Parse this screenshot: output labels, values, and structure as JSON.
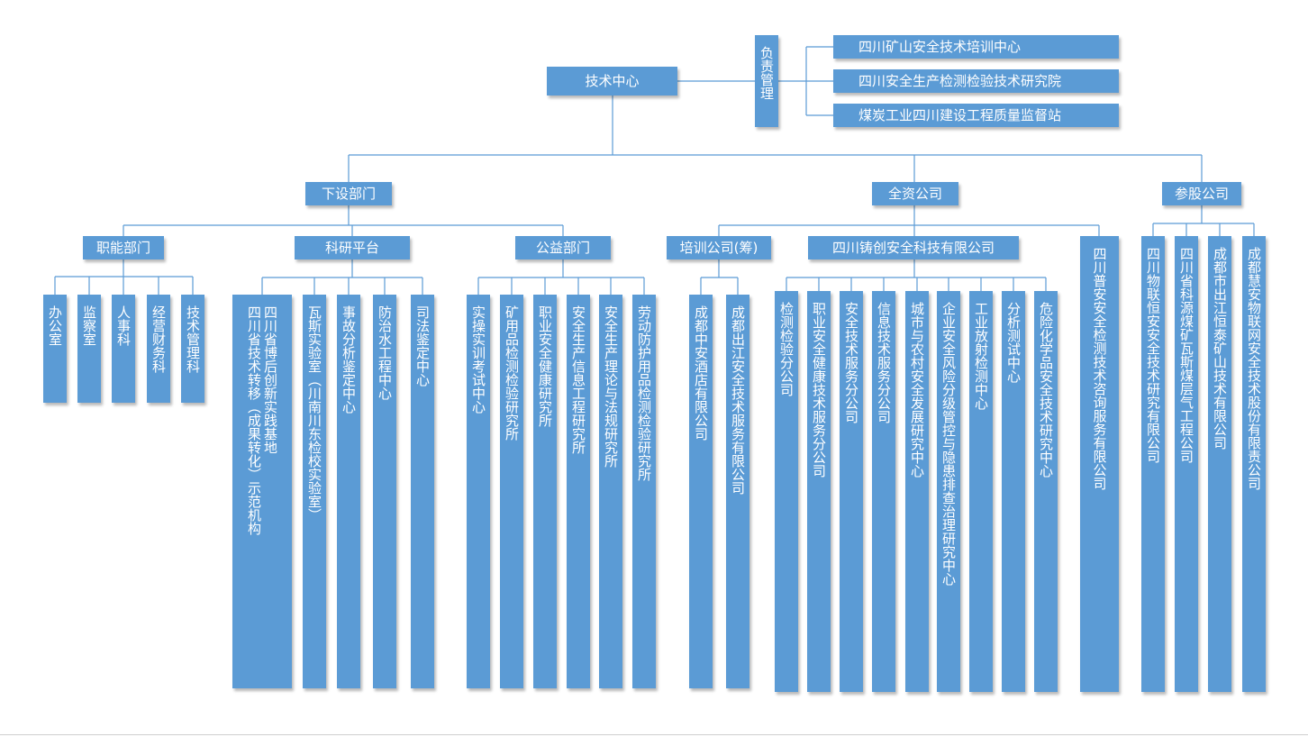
{
  "center": {
    "label": "技术中心"
  },
  "managed": {
    "label": "负责管理",
    "items": [
      "四川矿山安全技术培训中心",
      "四川安全生产检测检验技术研究院",
      "煤炭工业四川建设工程质量监督站"
    ]
  },
  "groups": [
    {
      "label": "下设部门",
      "subgroups": [
        {
          "label": "职能部门",
          "items": [
            "办公室",
            "监察室",
            "人事科",
            "经营财务科",
            "技术管理科"
          ]
        },
        {
          "label": "科研平台",
          "items": [
            "四川省博后创新实践基地|四川省技术转移（成果转化）示范机构",
            "瓦斯实验室（川南川东检校实验室）",
            "事故分析鉴定中心",
            "防治水工程中心",
            "司法鉴定中心"
          ]
        },
        {
          "label": "公益部门",
          "items": [
            "实操实训考试中心",
            "矿用品检测检验研究所",
            "职业安全健康研究所",
            "安全生产信息工程研究所",
            "安全生产理论与法规研究所",
            "劳动防护用品检测检验研究所"
          ]
        }
      ]
    },
    {
      "label": "全资公司",
      "subgroups": [
        {
          "label": "培训公司(筹)",
          "items": [
            "成都中安酒店有限公司",
            "成都出江安全技术服务有限公司"
          ]
        },
        {
          "label": "四川铸创安全科技有限公司",
          "items": [
            "检测检验分公司",
            "职业安全健康技术服务分公司",
            "安全技术服务分公司",
            "信息技术服务分公司",
            "城市与农村安全发展研究中心",
            "企业安全风险分级管控与隐患排查治理研究中心",
            "工业放射检测中心",
            "分析测试中心",
            "危险化学品安全技术研究中心"
          ]
        }
      ],
      "direct": [
        "四川普安安全检测技术咨询服务有限公司"
      ]
    },
    {
      "label": "参股公司",
      "items": [
        "四川物联恒安安全技术研究有限公司",
        "四川省科源煤矿瓦斯煤层气工程公司",
        "成都市出江恒泰矿山技术有限公司",
        "成都慧安物联网安全技术股份有限责公司"
      ]
    }
  ],
  "colors": {
    "box": "#5b9bd5",
    "line": "#5b9bd5",
    "text": "#ffffff"
  }
}
